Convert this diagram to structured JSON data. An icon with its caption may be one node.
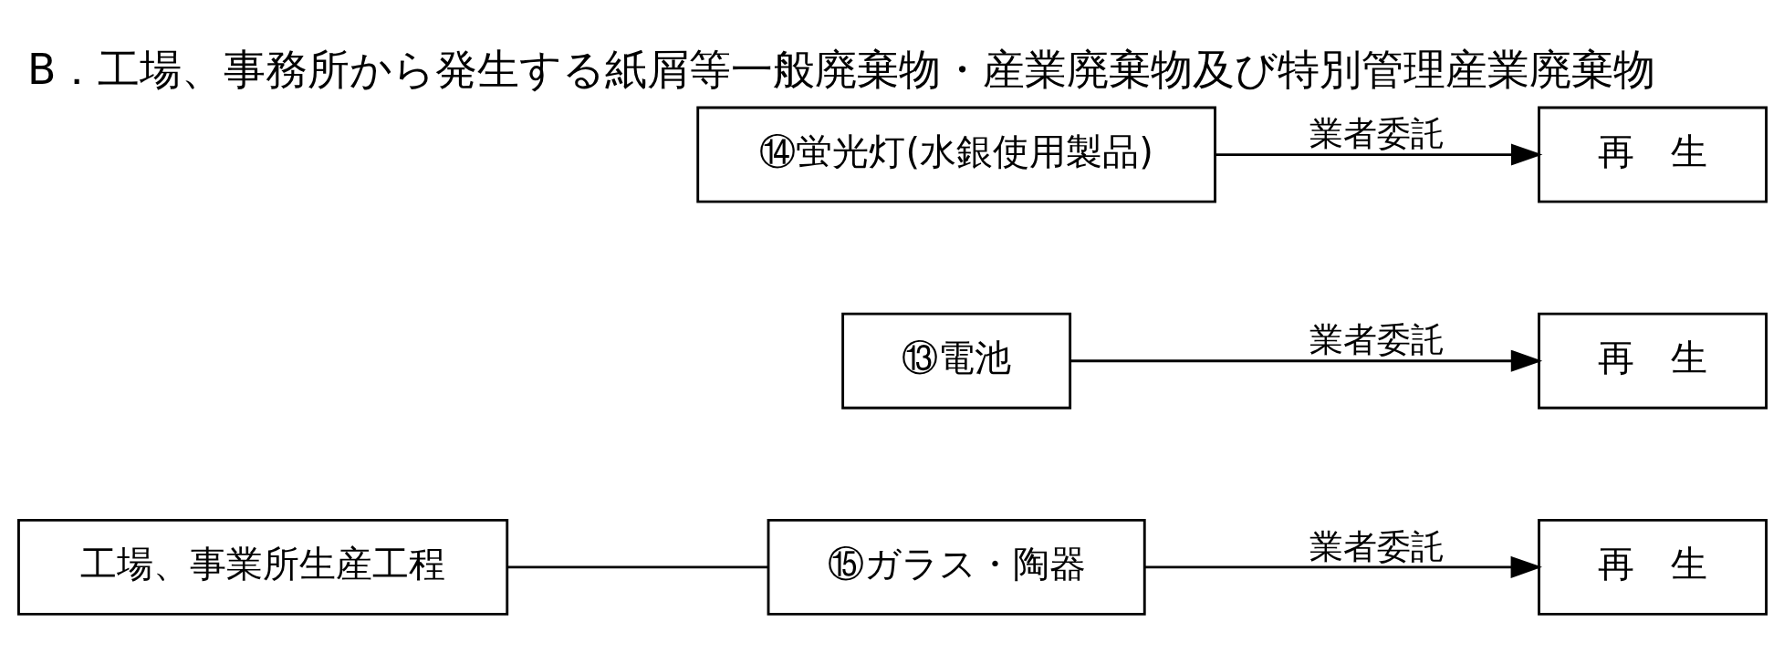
{
  "diagram": {
    "title": "B．工場、事務所から発生する紙屑等一般廃棄物・産業廃棄物及び特別管理産業廃棄物",
    "nodes": [
      {
        "text": [
          "工場、事業所生産工程"
        ]
      },
      {
        "text": [
          "⑬電池"
        ]
      },
      {
        "text": [
          "再　生"
        ]
      },
      {
        "text": [
          "⑭蛍光灯(水銀使用製品)"
        ]
      },
      {
        "text": [
          "再　生"
        ]
      },
      {
        "text": [
          "⑮ガラス・陶器"
        ]
      },
      {
        "text": [
          "再　生"
        ]
      }
    ],
    "edges": [
      {
        "from": 1,
        "to": 2,
        "arrow": "to",
        "label": "業者委託"
      },
      {
        "from": 3,
        "to": 4,
        "arrow": "to",
        "label": "業者委託"
      },
      {
        "from": 0,
        "to": 5,
        "arrow": "none"
      },
      {
        "from": 5,
        "to": 6,
        "arrow": "to",
        "label": "業者委託"
      }
    ]
  }
}
